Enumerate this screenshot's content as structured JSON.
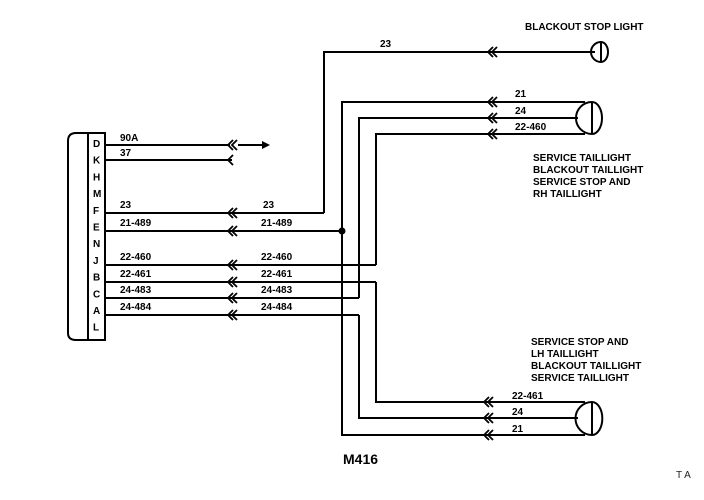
{
  "diagram": {
    "title": "M416",
    "corner_mark": "T A",
    "connector": {
      "pins": [
        "D",
        "K",
        "H",
        "M",
        "F",
        "E",
        "N",
        "J",
        "B",
        "C",
        "A",
        "L"
      ]
    },
    "left_wires": [
      {
        "pin": "D",
        "label": "90A"
      },
      {
        "pin": "K",
        "label": "37"
      },
      {
        "pin": "F",
        "label": "23",
        "mid_label": "23"
      },
      {
        "pin": "E",
        "label": "21-489",
        "mid_label": "21-489"
      },
      {
        "pin": "J",
        "label": "22-460",
        "mid_label": "22-460"
      },
      {
        "pin": "B",
        "label": "22-461",
        "mid_label": "22-461"
      },
      {
        "pin": "C",
        "label": "24-483",
        "mid_label": "24-483"
      },
      {
        "pin": "A",
        "label": "24-484",
        "mid_label": "24-484"
      }
    ],
    "lamps": {
      "blackout_stop": {
        "label": "BLACKOUT STOP LIGHT",
        "wires": [
          "23"
        ]
      },
      "rh_taillight": {
        "description": [
          "SERVICE TAILLIGHT",
          "BLACKOUT TAILLIGHT",
          "SERVICE STOP AND",
          "RH TAILLIGHT"
        ],
        "wires": [
          "21",
          "24",
          "22-460"
        ]
      },
      "lh_taillight": {
        "description": [
          "SERVICE STOP AND",
          "LH TAILLIGHT",
          "BLACKOUT TAILLIGHT",
          "SERVICE TAILLIGHT"
        ],
        "wires": [
          "22-461",
          "24",
          "21"
        ]
      }
    }
  }
}
